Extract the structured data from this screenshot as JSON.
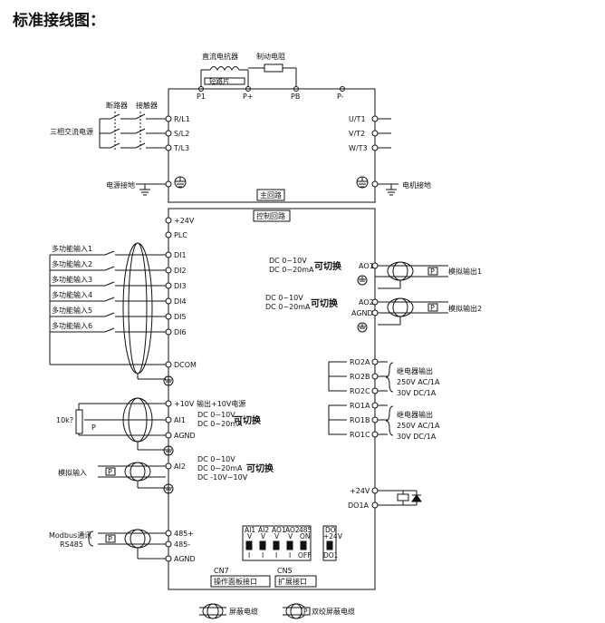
{
  "title": "标准接线图：",
  "top": {
    "dc_reactor": "直流电抗器",
    "brake_resistor": "制动电阻",
    "shorting_piece": "短路片",
    "p1": "P1",
    "p_plus": "P+",
    "pb": "PB",
    "p_minus": "P-"
  },
  "power": {
    "breaker": "断路器",
    "contactor": "接触器",
    "three_phase_ac": "三相交流电源",
    "rl1": "R/L1",
    "sl2": "S/L2",
    "tl3": "T/L3",
    "ut1": "U/T1",
    "vt2": "V/T2",
    "wt3": "W/T3",
    "source_ground": "电源接地",
    "motor_ground": "电机接地",
    "main_circuit": "主回路"
  },
  "control": {
    "control_circuit": "控制回路",
    "v24": "+24V",
    "plc": "PLC",
    "di_inputs": [
      "多功能输入1",
      "多功能输入2",
      "多功能输入3",
      "多功能输入4",
      "多功能输入5",
      "多功能输入6"
    ],
    "di_terms": [
      "DI1",
      "DI2",
      "DI3",
      "DI4",
      "DI5",
      "DI6"
    ],
    "dcom": "DCOM"
  },
  "analog_in": {
    "v10": "+10V",
    "v10_note": "输出+10V电源",
    "ai1": "AI1",
    "ai1_r1": "DC 0~10V",
    "ai1_r2": "DC 0~20mA",
    "switchable": "可切换",
    "agnd": "AGND",
    "pot": "10k?",
    "p": "P",
    "ai2": "AI2",
    "ai2_r1": "DC 0~10V",
    "ai2_r2": "DC 0~20mA",
    "ai2_r3": "DC -10V~10V",
    "analog_input": "模拟输入"
  },
  "comm": {
    "modbus": "Modbus通讯",
    "rs485": "RS485",
    "t485p": "485+",
    "t485m": "485-",
    "agnd": "AGND"
  },
  "analog_out": {
    "ao1": "AO1",
    "ao2": "AO2",
    "agnd": "AGND",
    "r1": "DC 0~10V",
    "r2": "DC 0~20mA",
    "switchable": "可切换",
    "out1": "模拟输出1",
    "out2": "模拟输出2"
  },
  "relays": {
    "ro2a": "RO2A",
    "ro2b": "RO2B",
    "ro2c": "RO2C",
    "ro1a": "RO1A",
    "ro1b": "RO1B",
    "ro1c": "RO1C",
    "relay_out": "继电器输出",
    "r1": "250V AC/1A",
    "r2": "30V DC/1A"
  },
  "do": {
    "v24": "+24V",
    "do1": "DO1A"
  },
  "dip": {
    "labels": [
      "AI1",
      "AI2",
      "AO1",
      "AO2",
      "485"
    ],
    "sub": [
      "V",
      "V",
      "V",
      "V",
      "ON"
    ],
    "bottom": [
      "I",
      "I",
      "I",
      "I",
      "OFF"
    ],
    "do_label": "DO",
    "do_sub": "+24V",
    "do_bottom": "DO1"
  },
  "bottom": {
    "cn7": "CN7",
    "cn7_label": "操作面板接口",
    "cn5": "CN5",
    "cn5_label": "扩展接口"
  },
  "legend": {
    "shielded": "屏蔽电缆",
    "twisted": "双绞屏蔽电缆",
    "p": "P"
  }
}
